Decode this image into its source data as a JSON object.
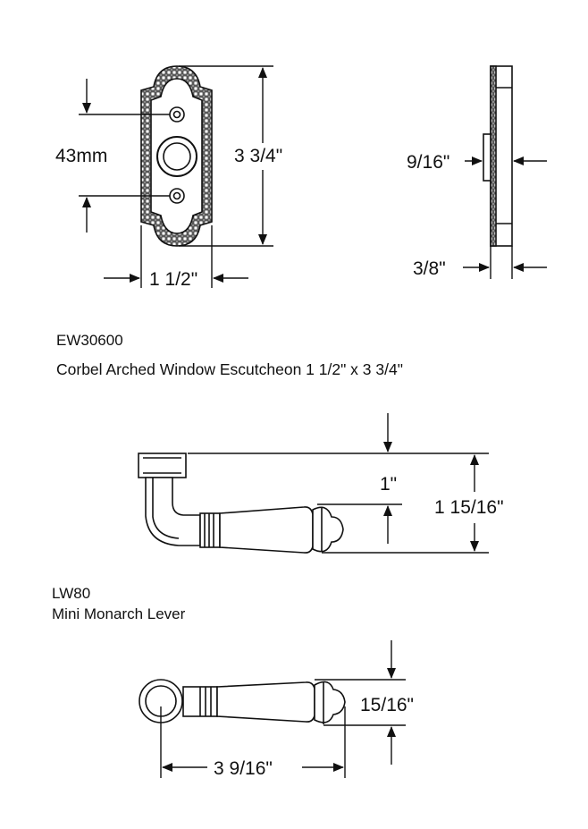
{
  "escutcheon": {
    "code": "EW30600",
    "title": "Corbel Arched Window Escutcheon 1 1/2\" x 3 3/4\"",
    "dims": {
      "hole_spacing": "43mm",
      "height": "3 3/4\"",
      "width": "1 1/2\"",
      "side_projection": "9/16\"",
      "thickness": "3/8\""
    }
  },
  "lever": {
    "code": "LW80",
    "title": "Mini Monarch Lever",
    "dims": {
      "handle_diameter": "1\"",
      "overall_projection": "1 15/16\"",
      "top_diameter": "15/16\"",
      "length": "3 9/16\""
    }
  },
  "colors": {
    "line": "#111111",
    "background": "#ffffff"
  }
}
